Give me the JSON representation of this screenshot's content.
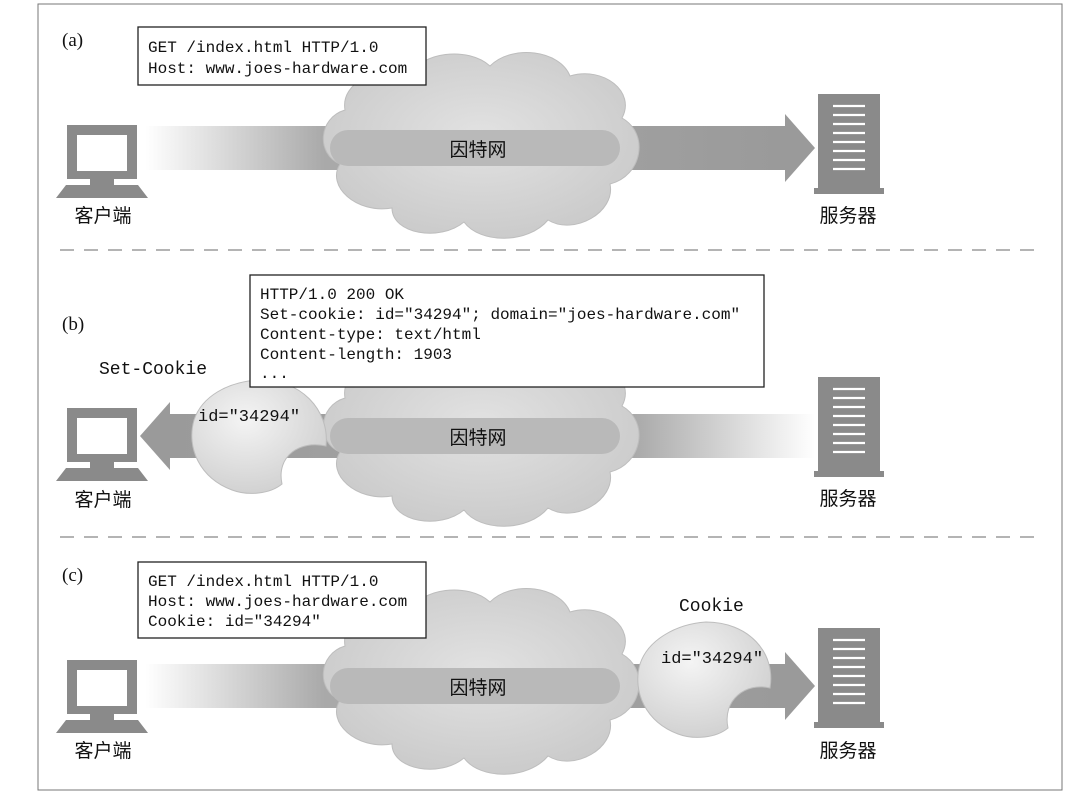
{
  "panels": [
    {
      "label": "(a)",
      "direction": "client-to-server",
      "message": [
        "GET /index.html HTTP/1.0",
        "Host: www.joes-hardware.com"
      ],
      "network_label": "因特网",
      "client_label": "客户端",
      "server_label": "服务器"
    },
    {
      "label": "(b)",
      "direction": "server-to-client",
      "message": [
        "HTTP/1.0 200 OK",
        "Set-cookie: id=\"34294\"; domain=\"joes-hardware.com\"",
        "Content-type: text/html",
        "Content-length: 1903",
        "..."
      ],
      "cookie_title": "Set-Cookie",
      "cookie_value": "id=\"34294\"",
      "network_label": "因特网",
      "client_label": "客户端",
      "server_label": "服务器"
    },
    {
      "label": "(c)",
      "direction": "client-to-server",
      "message": [
        "GET /index.html HTTP/1.0",
        "Host: www.joes-hardware.com",
        "Cookie: id=\"34294\""
      ],
      "cookie_title": "Cookie",
      "cookie_value": "id=\"34294\"",
      "network_label": "因特网",
      "client_label": "客户端",
      "server_label": "服务器"
    }
  ],
  "colors": {
    "arrow": "#9a9a9a",
    "cloud": "#d4d4d4",
    "cloud_band": "#b9b9b9",
    "cookie": "#e4e4e4",
    "device": "#8a8a8a",
    "text": "#111111"
  }
}
